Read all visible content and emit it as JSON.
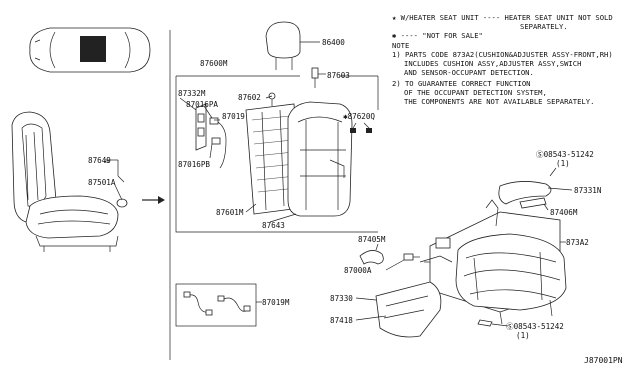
{
  "notes": {
    "legend_star": "★ W/HEATER SEAT UNIT ---- HEATER SEAT UNIT NOT SOLD",
    "legend_star_cont": "SEPARATELY.",
    "legend_asterisk": "✱ ---- \"NOT FOR SALE\"",
    "note_title": "NOTE",
    "note1_line1": "1) PARTS CODE 873A2(CUSHION&ADJUSTER ASSY-FRONT,RH)",
    "note1_line2": "INCLUDES CUSHION ASSY,ADJUSTER ASSY,SWICH",
    "note1_line3": "AND SENSOR-OCCUPANT DETECTION.",
    "note2_line1": "2) TO GUARANTEE CORRECT FUNCTION",
    "note2_line2": "OF THE OCCUPANT DETECTION SYSTEM,",
    "note2_line3": "THE COMPONENTS ARE NOT AVAILABLE SEPARATELY."
  },
  "labels": {
    "p86400": "86400",
    "p87600M": "87600M",
    "p87603": "87603",
    "p87332M": "87332M",
    "p87602": "87602",
    "p87016PA": "87016PA",
    "p87019": "87019",
    "p87620Q": "✱87620Q",
    "p87016PB": "87016PB",
    "p87601M": "87601M",
    "p87643": "87643",
    "p87649": "87649",
    "p87501A": "87501A",
    "p08543_top": "Ⓢ08543-51242",
    "p08543_top_qty": "(1)",
    "p87331N": "87331N",
    "p87406M": "87406M",
    "p87405M": "87405M",
    "p873A2": "873A2",
    "p87000A": "87000A",
    "p87019M": "87019M",
    "p87330": "87330",
    "p87418": "87418",
    "p08543_bot": "Ⓢ08543-51242",
    "p08543_bot_qty": "(1)",
    "diagram_code": "J87001PN"
  },
  "icons": {
    "screw": "screw-icon",
    "arrow": "arrow-right-icon"
  }
}
